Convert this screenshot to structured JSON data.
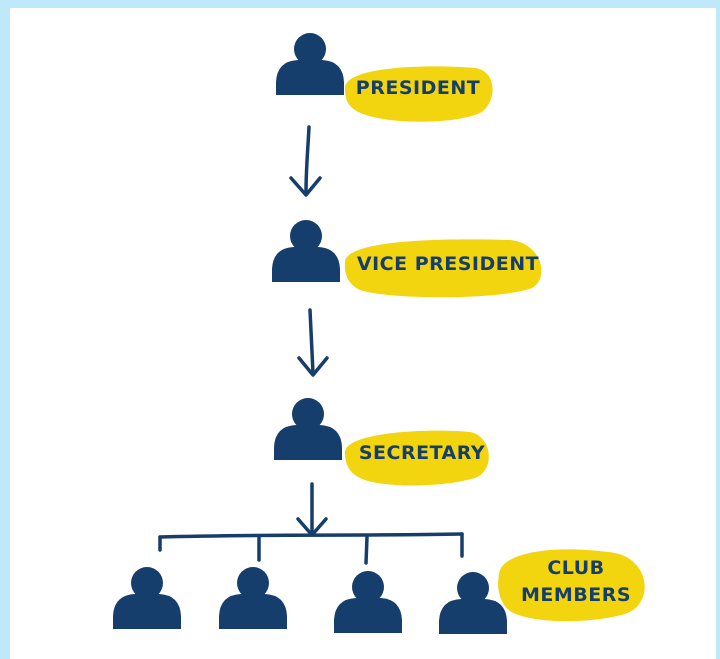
{
  "diagram": {
    "colors": {
      "background_border": "#bfe8fb",
      "canvas": "#ffffff",
      "ink": "#163e6c",
      "label_fill": "#f2d40f"
    },
    "roles": {
      "president": "PRESIDENT",
      "vice_president": "VICE  PRESIDENT",
      "secretary": "SECRETARY",
      "club_members_line1": "CLUB",
      "club_members_line2": "MEMBERS"
    },
    "icons": {
      "person": "person-icon",
      "arrow": "arrow-down-icon"
    },
    "member_count": 4
  }
}
